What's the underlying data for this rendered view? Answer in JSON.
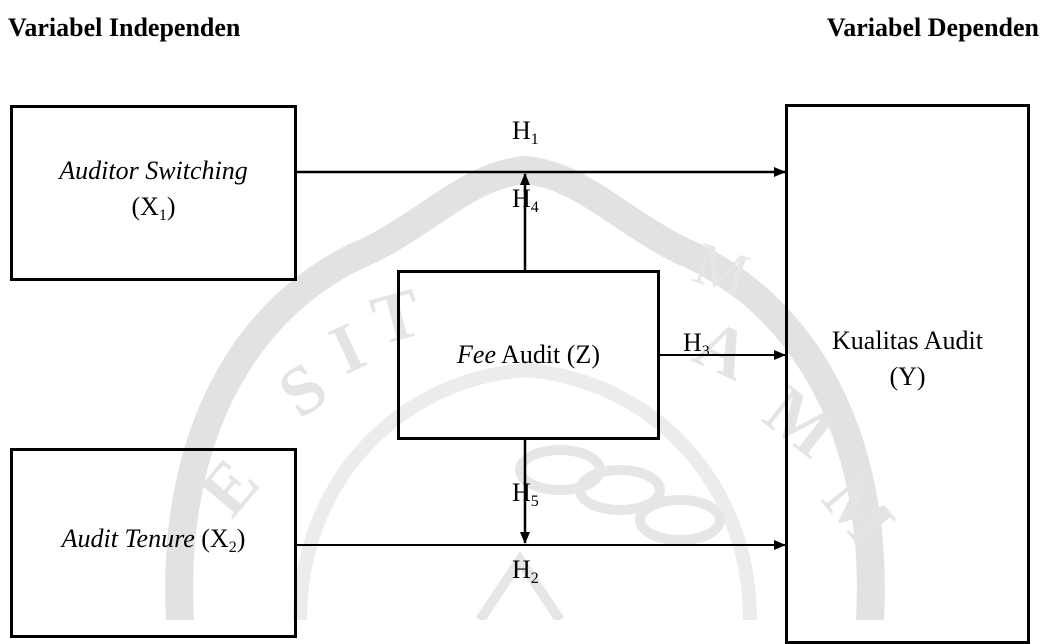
{
  "headings": {
    "left": "Variabel Independen",
    "right": "Variabel Dependen"
  },
  "boxes": {
    "x1": {
      "name": "Auditor Switching",
      "symbol_open": "(X",
      "symbol_sub": "1",
      "symbol_close": ")"
    },
    "x2": {
      "name": "Audit Tenure",
      "symbol_open": "(X",
      "symbol_sub": "2",
      "symbol_close": ")"
    },
    "z": {
      "name_italic": "Fee",
      "name_rest": " Audit (Z)"
    },
    "y": {
      "name": "Kualitas Audit",
      "symbol": "(Y)"
    }
  },
  "hypotheses": {
    "h1": {
      "letter": "H",
      "sub": "1"
    },
    "h2": {
      "letter": "H",
      "sub": "2"
    },
    "h3": {
      "letter": "H",
      "sub": "3"
    },
    "h4": {
      "letter": "H",
      "sub": "4"
    },
    "h5": {
      "letter": "H",
      "sub": "5"
    }
  },
  "colors": {
    "line": "#000000",
    "watermark": "#e6e6e6"
  }
}
